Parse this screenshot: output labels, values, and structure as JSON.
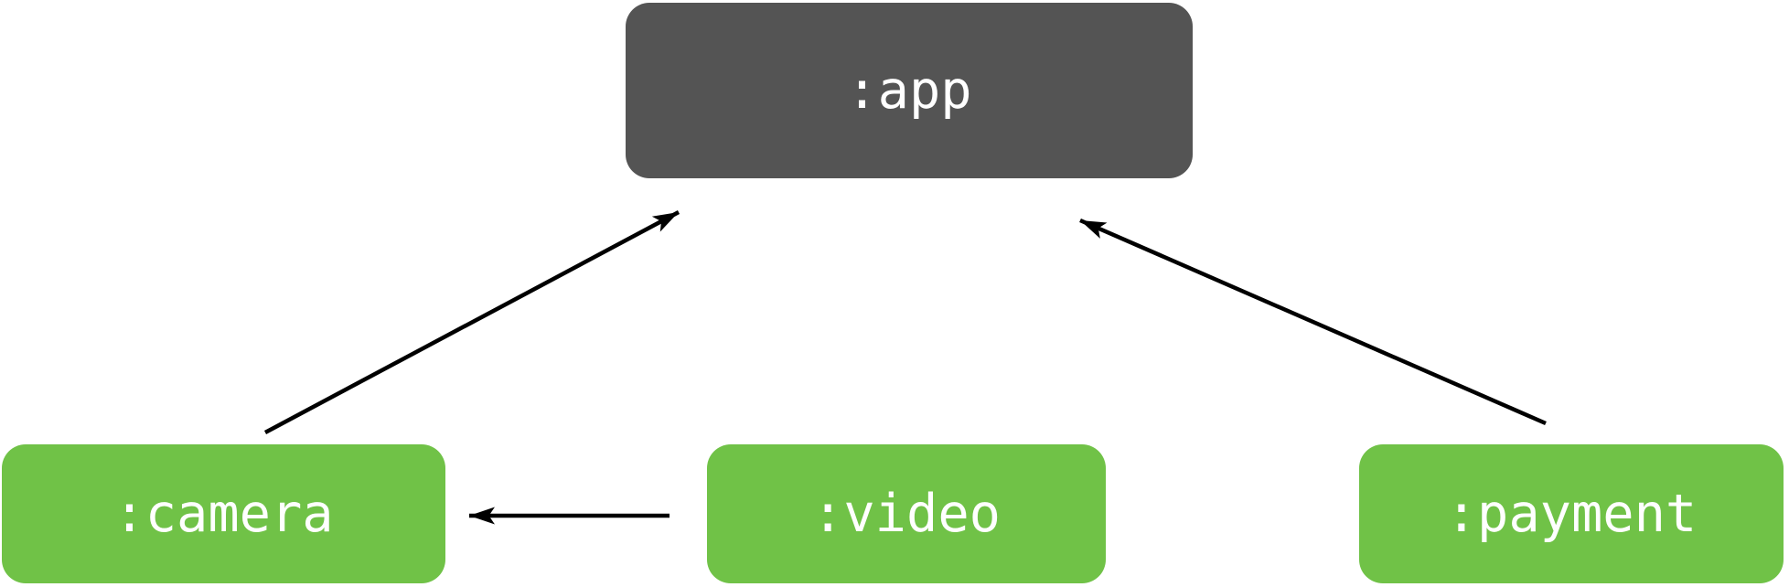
{
  "diagram": {
    "title": "module-dependency-graph",
    "background_color": "#ffffff",
    "edge_color": "#000000",
    "nodes": {
      "app": {
        "label": ":app",
        "fill": "#545454",
        "text_color": "#ffffff"
      },
      "camera": {
        "label": ":camera",
        "fill": "#70c247",
        "text_color": "#ffffff"
      },
      "video": {
        "label": ":video",
        "fill": "#70c247",
        "text_color": "#ffffff"
      },
      "payment": {
        "label": ":payment",
        "fill": "#70c247",
        "text_color": "#ffffff"
      }
    },
    "edges": [
      {
        "from": ":camera",
        "to": ":app"
      },
      {
        "from": ":payment",
        "to": ":app"
      },
      {
        "from": ":video",
        "to": ":camera"
      }
    ]
  }
}
